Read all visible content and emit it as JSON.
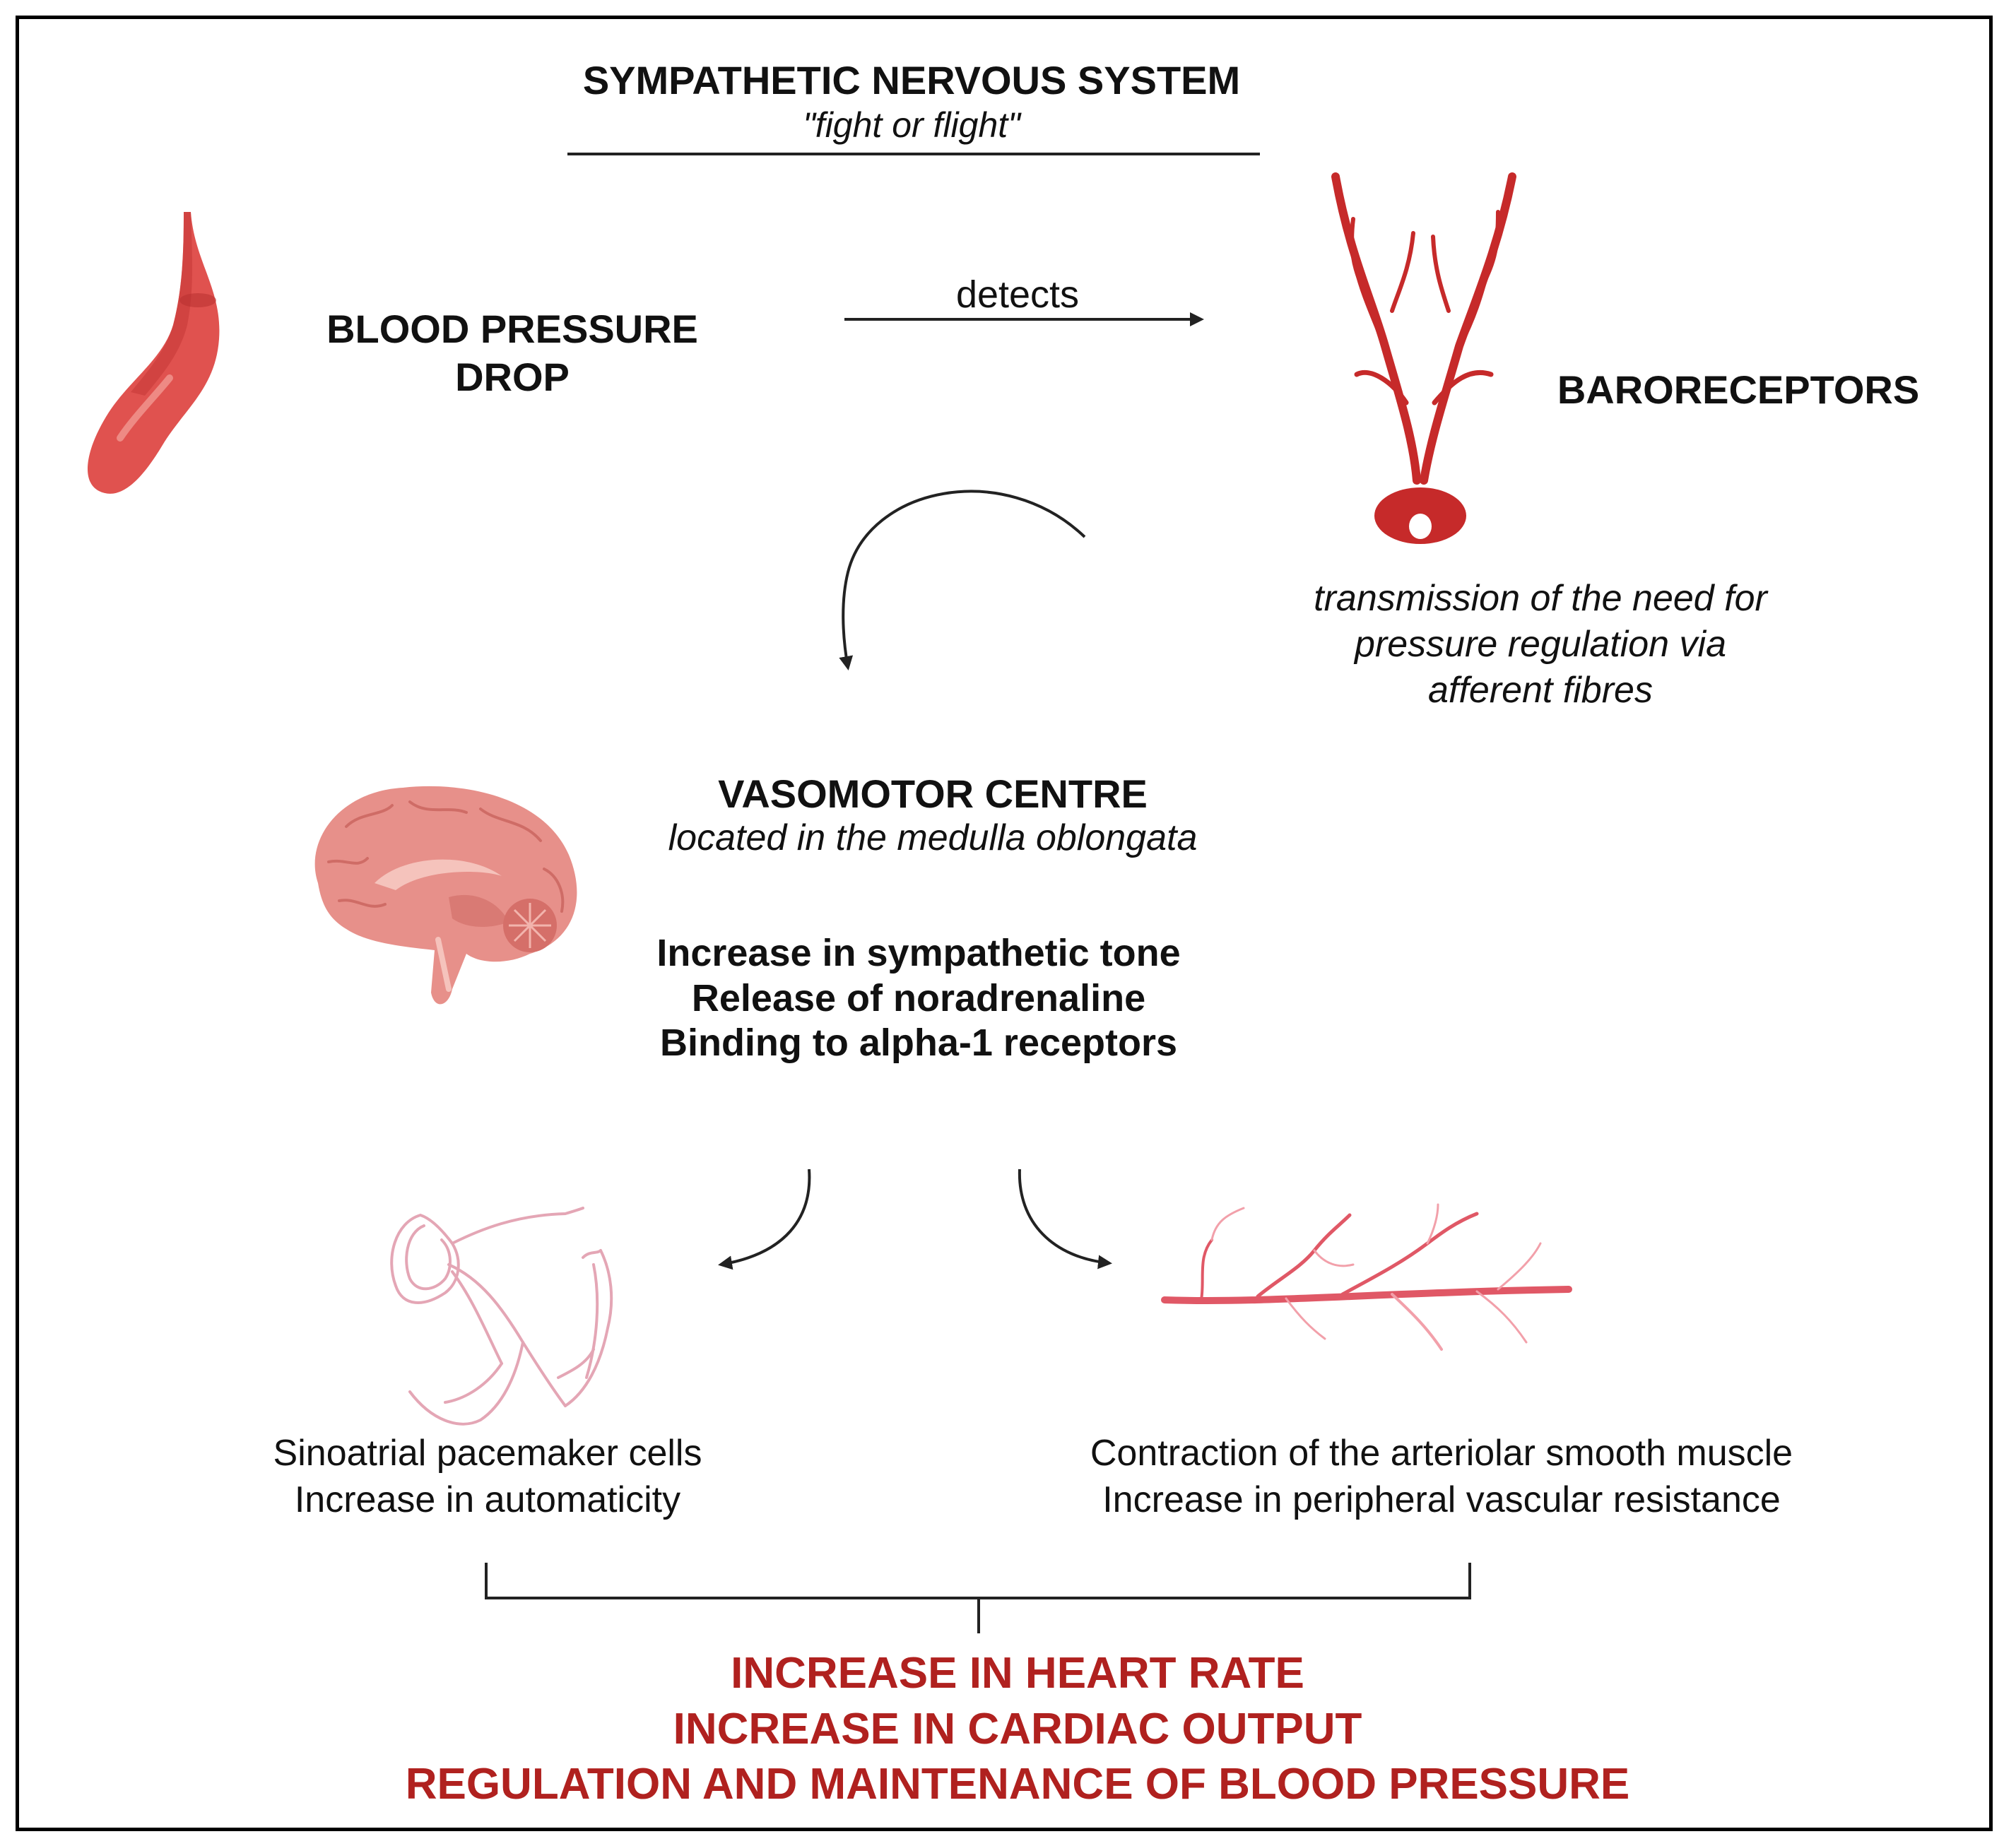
{
  "header": {
    "title": "SYMPATHETIC NERVOUS SYSTEM",
    "subtitle": "\"fight or flight\""
  },
  "nodes": {
    "stimulus": {
      "line1": "BLOOD PRESSURE",
      "line2": "DROP"
    },
    "detects_label": "detects",
    "receptor": {
      "label": "BARORECEPTORS"
    },
    "transmission": {
      "line1": "transmission of the need for",
      "line2": "pressure regulation via",
      "line3": "afferent fibres"
    },
    "centre": {
      "title": "VASOMOTOR CENTRE",
      "subtitle": "located in the medulla oblongata",
      "steps": [
        "Increase in sympathetic tone",
        "Release of noradrenaline",
        "Binding to alpha-1 receptors"
      ]
    },
    "heart_effect": {
      "line1": "Sinoatrial pacemaker cells",
      "line2": "Increase in automaticity"
    },
    "vessel_effect": {
      "line1": "Contraction of the arteriolar smooth muscle",
      "line2": "Increase in peripheral vascular resistance"
    },
    "outcomes": [
      "INCREASE IN HEART RATE",
      "INCREASE IN CARDIAC OUTPUT",
      "REGULATION AND MAINTENANCE OF BLOOD PRESSURE"
    ]
  },
  "icons": {
    "vessel": "blood-vessel-icon",
    "baroreceptor": "baroreceptor-nerve-icon",
    "brain": "brain-icon",
    "heart": "heart-conduction-icon",
    "arteriole": "arteriole-icon"
  },
  "colors": {
    "accent_red": "#b0211f",
    "vessel_red": "#e0524f",
    "nerve_red": "#c62a2a",
    "brain_pink": "#e7908a",
    "heart_line": "#e4a6b5",
    "arteriole_line": "#e05866"
  }
}
